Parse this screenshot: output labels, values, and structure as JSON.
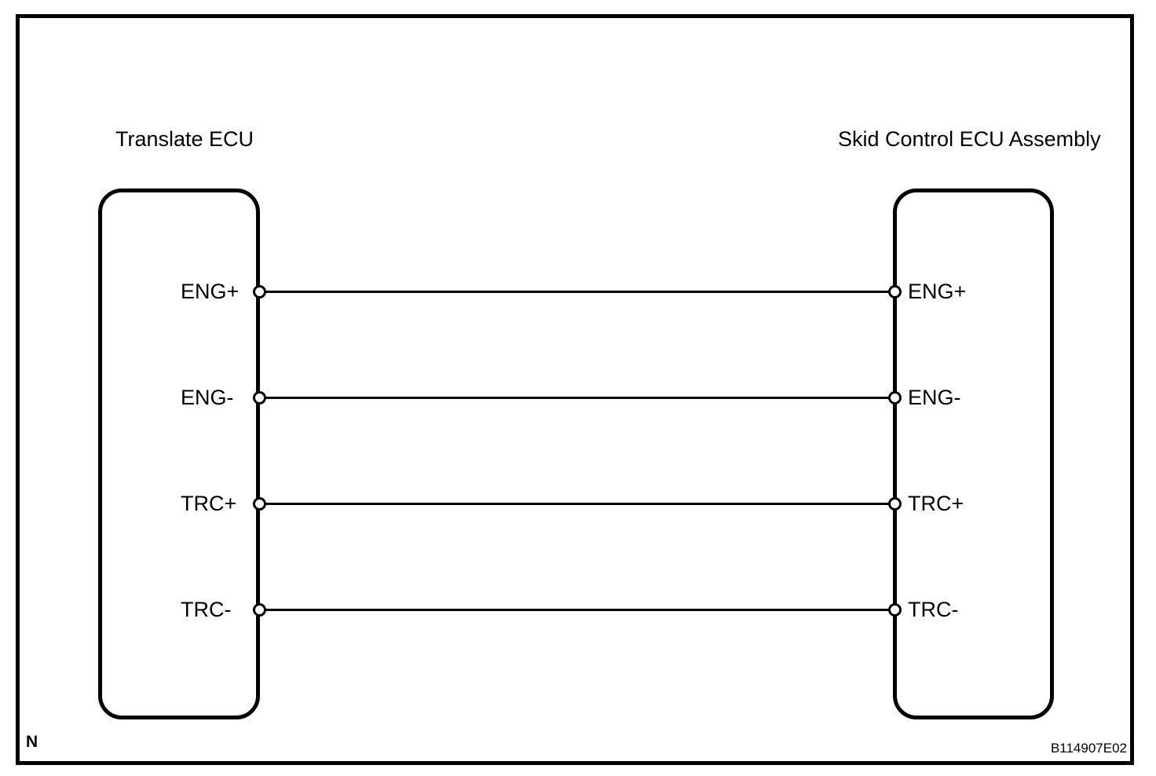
{
  "diagram": {
    "left_component": {
      "title": "Translate ECU",
      "pins": [
        "ENG+",
        "ENG-",
        "TRC+",
        "TRC-"
      ]
    },
    "right_component": {
      "title": "Skid Control ECU Assembly",
      "pins": [
        "ENG+",
        "ENG-",
        "TRC+",
        "TRC-"
      ]
    },
    "connections": [
      {
        "left_pin": "ENG+",
        "right_pin": "ENG+"
      },
      {
        "left_pin": "ENG-",
        "right_pin": "ENG-"
      },
      {
        "left_pin": "TRC+",
        "right_pin": "TRC+"
      },
      {
        "left_pin": "TRC-",
        "right_pin": "TRC-"
      }
    ],
    "footer": {
      "page_marker": "N",
      "figure_code": "B114907E02"
    },
    "colors": {
      "line": "#000000",
      "background": "#ffffff"
    }
  }
}
